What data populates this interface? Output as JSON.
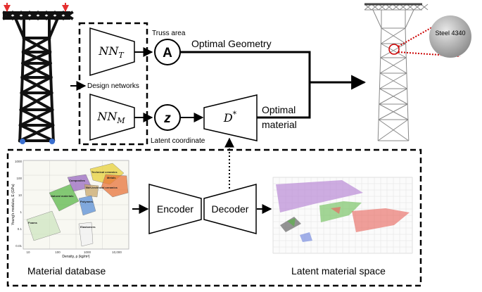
{
  "labels": {
    "truss_area": "Truss area",
    "optimal_geometry": "Optimal Geometry",
    "design_networks": "Design networks",
    "latent_coordinate": "Latent coordinate",
    "optimal_material_line1": "Optimal",
    "optimal_material_line2": "material",
    "steel": "Steel 4340",
    "material_database": "Material database",
    "latent_material_space": "Latent material space",
    "encoder": "Encoder",
    "decoder": "Decoder",
    "area_symbol": "A",
    "latent_symbol": "z",
    "nn_t_base": "NN",
    "nn_t_sub": "T",
    "nn_m_base": "NN",
    "nn_m_sub": "M",
    "decoder_star_base": "D",
    "decoder_star_sup": "*"
  },
  "ashby_chart": {
    "ylabel": "Young's modulus, E (GPa)",
    "xlabel": "Density, ρ (kg/m³)",
    "yticks": [
      "1000",
      "100",
      "10",
      "1",
      "0.1",
      "0.01"
    ],
    "xticks": [
      "10",
      "100",
      "1000",
      "10,000"
    ],
    "families": [
      {
        "name": "Technical ceramics",
        "color": "#e8d23a"
      },
      {
        "name": "Composites",
        "color": "#9a6ac0"
      },
      {
        "name": "Metals",
        "color": "#e8743a"
      },
      {
        "name": "Natural materials",
        "color": "#5cb84a"
      },
      {
        "name": "Non-technical ceramics",
        "color": "#c9a86a"
      },
      {
        "name": "Polymers",
        "color": "#5a8fd6"
      },
      {
        "name": "Foams",
        "color": "#cfe6c0"
      },
      {
        "name": "Elastomers",
        "color": "#f2f2f2"
      }
    ]
  },
  "colors": {
    "line": "#000000",
    "steel_light": "#d4d4d4",
    "steel_dark": "#8a8a8a",
    "highlight": "#cc0000",
    "load_arrow": "#e53030",
    "support": "#3a6fd0"
  }
}
